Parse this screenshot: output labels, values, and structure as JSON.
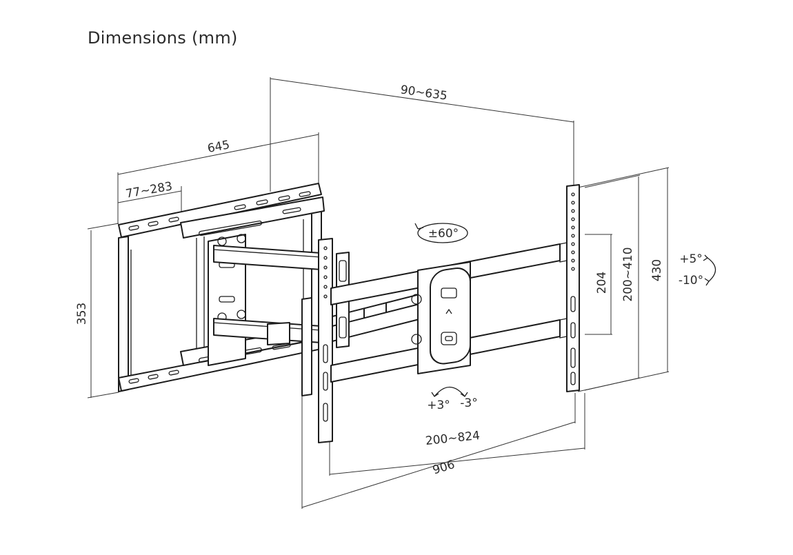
{
  "title": "Dimensions (mm)",
  "dimensions": {
    "tv_width_range": "90~635",
    "arm_extension": "645",
    "wall_hole_spacing": "77~283",
    "wall_plate_height": "353",
    "tv_vesa_vertical": "204",
    "tv_vesa_vertical_range": "200~410",
    "tv_bracket_height": "430",
    "tv_vesa_horizontal_range": "200~824",
    "tv_bracket_width": "906"
  },
  "adjustments": {
    "swivel": "±60°",
    "level_plus": "+3°",
    "level_minus": "-3°",
    "tilt_up": "+5°",
    "tilt_down": "-10°"
  }
}
